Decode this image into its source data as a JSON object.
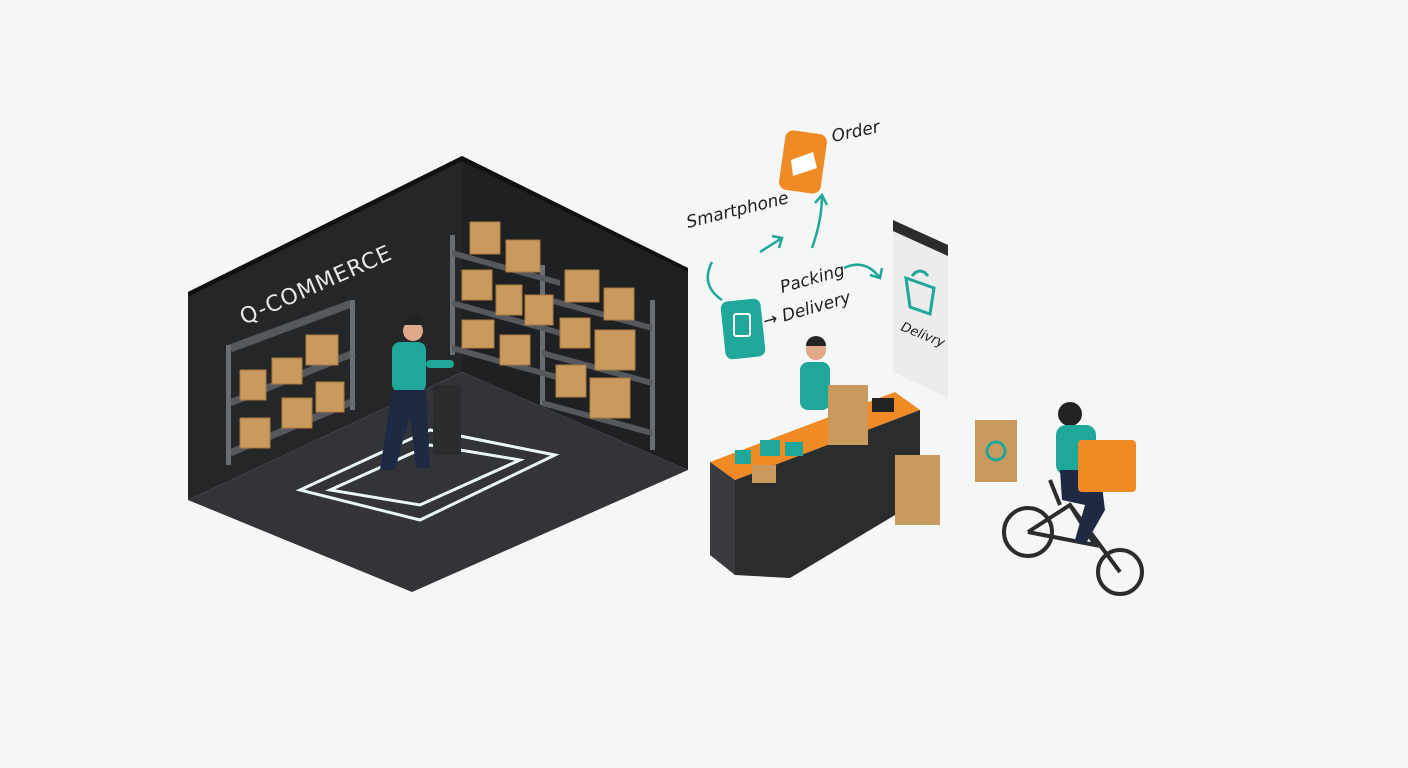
{
  "room": {
    "sign": "Q-COMMERCE"
  },
  "flow": {
    "smartphone_label": "Smartphone",
    "order_label": "Order",
    "packing_label": "Packing",
    "delivery_label": "→ Delivery",
    "screen_label": "Delivry"
  },
  "colors": {
    "teal": "#1fa89a",
    "orange": "#f08a24",
    "dark": "#2b2c2e",
    "cardboard": "#c9995e"
  },
  "icons": [
    "order-bag-icon",
    "smartphone-icon",
    "shopping-basket-icon"
  ]
}
